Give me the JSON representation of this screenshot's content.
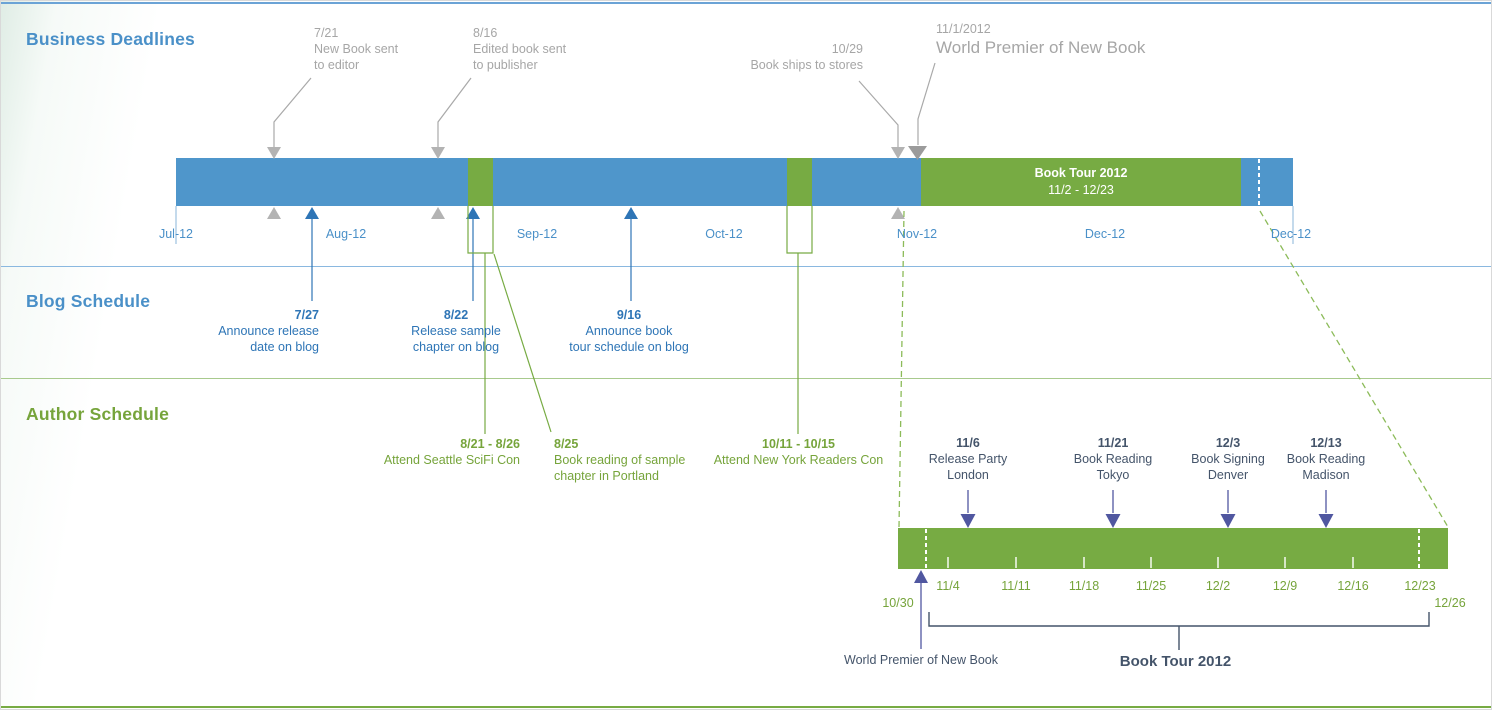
{
  "business": {
    "title": "Business Deadlines",
    "milestones": [
      {
        "date": "7/21",
        "label": "New Book sent\nto editor"
      },
      {
        "date": "8/16",
        "label": "Edited book sent\nto publisher"
      },
      {
        "date": "10/29",
        "label": "Book ships to stores"
      },
      {
        "date": "11/1/2012",
        "label": "World Premier of New Book"
      }
    ],
    "axis": [
      "Jul-12",
      "Aug-12",
      "Sep-12",
      "Oct-12",
      "Nov-12",
      "Dec-12",
      "Dec-12"
    ],
    "book_tour_segment": {
      "title": "Book Tour 2012",
      "range": "11/2 - 12/23"
    }
  },
  "blog": {
    "title": "Blog Schedule",
    "milestones": [
      {
        "date": "7/27",
        "label": "Announce release\ndate on blog"
      },
      {
        "date": "8/22",
        "label": "Release sample\nchapter on blog"
      },
      {
        "date": "9/16",
        "label": "Announce book\ntour schedule on blog"
      }
    ]
  },
  "author": {
    "title": "Author Schedule",
    "events": [
      {
        "date": "8/21 - 8/26",
        "label": "Attend Seattle SciFi Con"
      },
      {
        "date": "8/25",
        "label": "Book reading of sample\nchapter in Portland"
      },
      {
        "date": "10/11 - 10/15",
        "label": "Attend New York Readers Con"
      }
    ],
    "tour": {
      "milestones": [
        {
          "date": "11/6",
          "label": "Release Party\nLondon"
        },
        {
          "date": "11/21",
          "label": "Book Reading\nTokyo"
        },
        {
          "date": "12/3",
          "label": "Book Signing\nDenver"
        },
        {
          "date": "12/13",
          "label": "Book Reading\nMadison"
        }
      ],
      "ticks": [
        "11/4",
        "11/11",
        "11/18",
        "11/25",
        "12/2",
        "12/9",
        "12/16",
        "12/23"
      ],
      "start_label": "10/30",
      "end_label": "12/26",
      "premier_label": "World Premier of New Book",
      "bracket_label": "Book Tour 2012"
    }
  },
  "colors": {
    "bar_blue": "#4f96cb",
    "dark_blue": "#2e75b6",
    "green": "#77ab43",
    "gray": "#a6a6a6",
    "navy": "#44546a",
    "purple": "#5057a0"
  }
}
